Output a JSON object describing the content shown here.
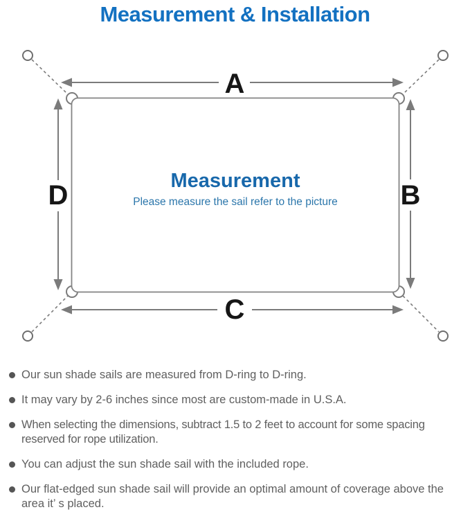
{
  "page": {
    "title": "Measurement & Installation"
  },
  "diagram": {
    "labels": {
      "top": "A",
      "right": "B",
      "bottom": "C",
      "left": "D"
    },
    "center": {
      "heading": "Measurement",
      "subheading": "Please measure the sail refer to the picture"
    },
    "colors": {
      "title_blue": "#1371c1",
      "heading_blue": "#1868ab",
      "subheading_blue": "#2b76ab",
      "line_gray": "#7b7b7b",
      "label_black": "#161616",
      "note_gray": "#5f5f5f"
    }
  },
  "notes": {
    "items": [
      "Our sun shade sails are measured from D-ring to D-ring.",
      "It may vary by 2-6 inches since most are custom-made in U.S.A.",
      "When selecting the dimensions, subtract 1.5 to 2 feet to account for some spacing reserved for rope utilization.",
      "You can adjust the sun shade sail with the included rope.",
      "Our flat-edged sun shade sail will provide an optimal amount of coverage above the area it’ s placed."
    ]
  }
}
